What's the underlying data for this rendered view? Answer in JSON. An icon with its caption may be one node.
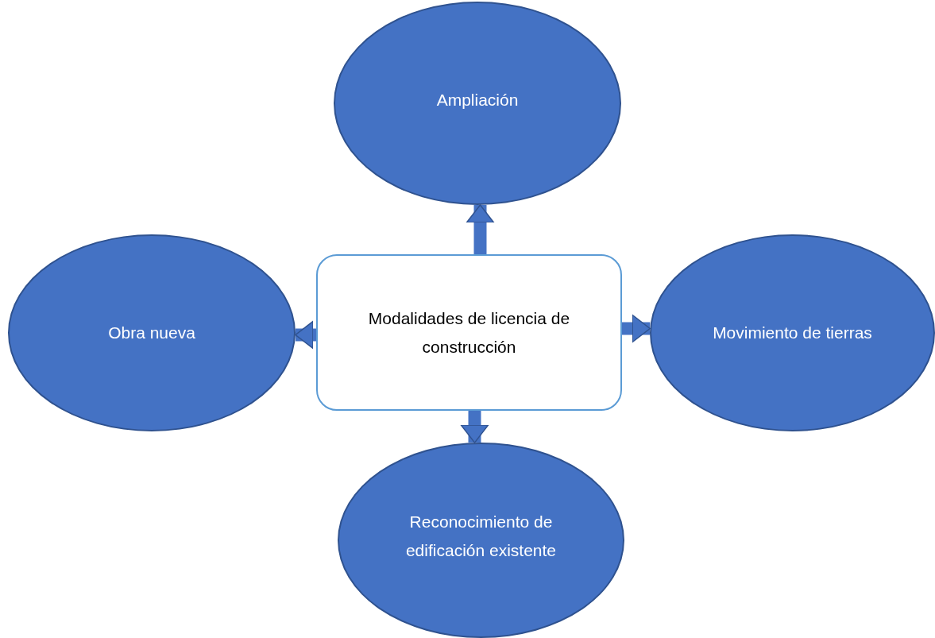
{
  "diagram": {
    "nodes": [
      {
        "text": [
          "Ampliación"
        ]
      },
      {
        "text": [
          "Obra nueva"
        ]
      },
      {
        "text": [
          "Modalidades de licencia de construcción"
        ]
      },
      {
        "text": [
          "Movimiento de tierras"
        ]
      },
      {
        "text": [
          "Reconocimiento de edificación existente"
        ]
      }
    ],
    "edges": [
      {
        "from": 2,
        "to": 0,
        "arrow": "to"
      },
      {
        "from": 2,
        "to": 1,
        "arrow": "to"
      },
      {
        "from": 2,
        "to": 3,
        "arrow": "to"
      },
      {
        "from": 2,
        "to": 4,
        "arrow": "to"
      }
    ]
  }
}
